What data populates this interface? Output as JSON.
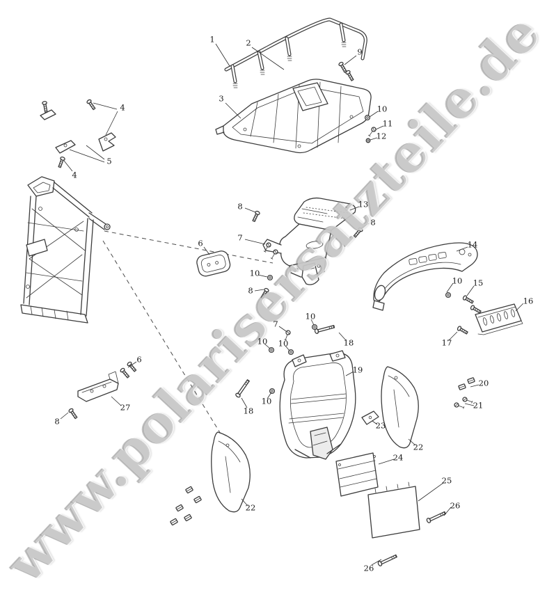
{
  "watermark": {
    "text": "www.polarisersatzteile.de"
  },
  "colors": {
    "background": "#ffffff",
    "line": "#3b3b3b",
    "watermark": "#969696"
  },
  "diagram": {
    "type": "exploded-parts-diagram",
    "callouts": [
      {
        "label": "1"
      },
      {
        "label": "2"
      },
      {
        "label": "9"
      },
      {
        "label": "3"
      },
      {
        "label": "10"
      },
      {
        "label": "11"
      },
      {
        "label": "12"
      },
      {
        "label": "4"
      },
      {
        "label": "5"
      },
      {
        "label": "4"
      },
      {
        "label": "8"
      },
      {
        "label": "13"
      },
      {
        "label": "8"
      },
      {
        "label": "6"
      },
      {
        "label": "7"
      },
      {
        "label": "14"
      },
      {
        "label": "10"
      },
      {
        "label": "8"
      },
      {
        "label": "10"
      },
      {
        "label": "15"
      },
      {
        "label": "16"
      },
      {
        "label": "17"
      },
      {
        "label": "18"
      },
      {
        "label": "7"
      },
      {
        "label": "10"
      },
      {
        "label": "10"
      },
      {
        "label": "10"
      },
      {
        "label": "19"
      },
      {
        "label": "6"
      },
      {
        "label": "20"
      },
      {
        "label": "21"
      },
      {
        "label": "10"
      },
      {
        "label": "18"
      },
      {
        "label": "27"
      },
      {
        "label": "8"
      },
      {
        "label": "23"
      },
      {
        "label": "22"
      },
      {
        "label": "24"
      },
      {
        "label": "25"
      },
      {
        "label": "26"
      },
      {
        "label": "22"
      },
      {
        "label": "26"
      }
    ]
  }
}
